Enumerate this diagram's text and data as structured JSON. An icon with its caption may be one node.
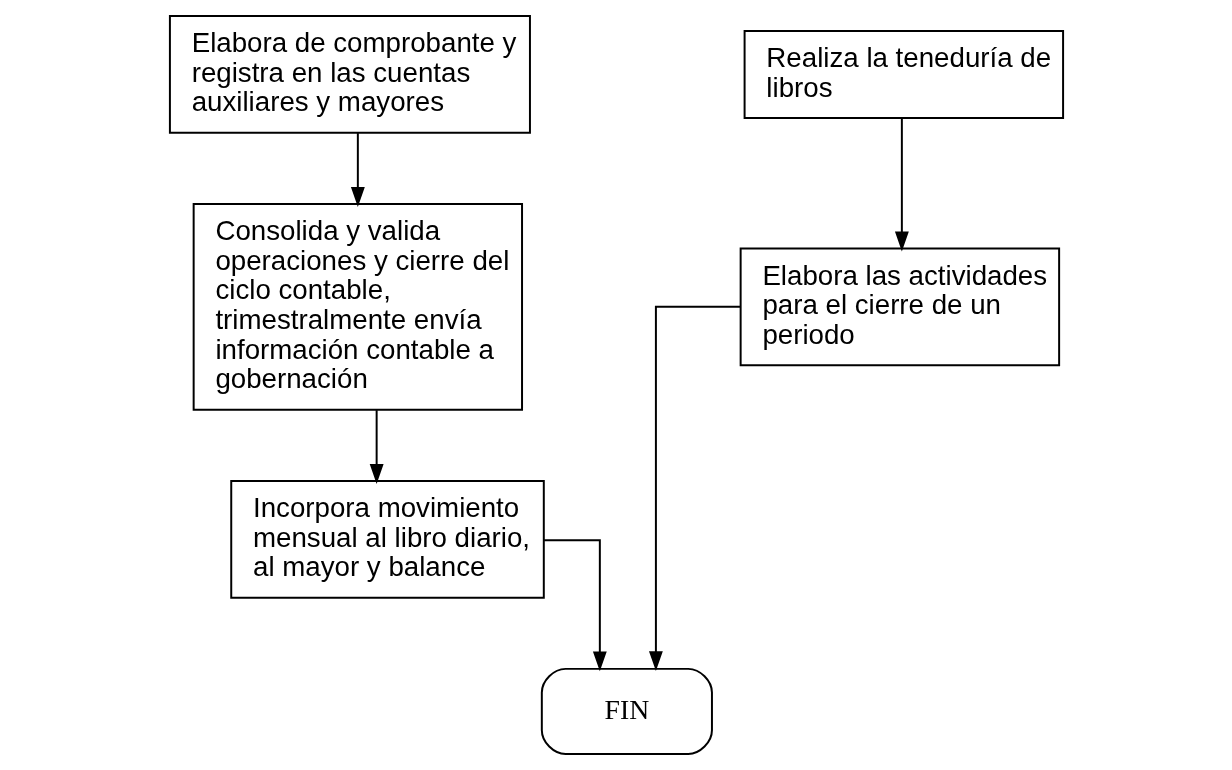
{
  "diagram": {
    "nodes": [
      {
        "text": [
          "Elabora de comprobante y registra en las cuentas auxiliares y mayores"
        ]
      },
      {
        "text": [
          "Consolida y valida operaciones y cierre del ciclo contable, trimestralmente envía información contable a gobernación"
        ]
      },
      {
        "text": [
          "Incorpora movimiento mensual al libro diario, al mayor y balance"
        ]
      },
      {
        "text": [
          "Realiza la teneduría de libros"
        ]
      },
      {
        "text": [
          "Elabora las actividades para el cierre de un periodo"
        ]
      },
      {
        "text": [
          "FIN"
        ]
      }
    ],
    "edges": [
      {
        "from": 0,
        "to": 1,
        "arrow": "to"
      },
      {
        "from": 1,
        "to": 2,
        "arrow": "to"
      },
      {
        "from": 2,
        "to": 5,
        "arrow": "to"
      },
      {
        "from": 3,
        "to": 4,
        "arrow": "to"
      },
      {
        "from": 4,
        "to": 5,
        "arrow": "to"
      }
    ]
  }
}
